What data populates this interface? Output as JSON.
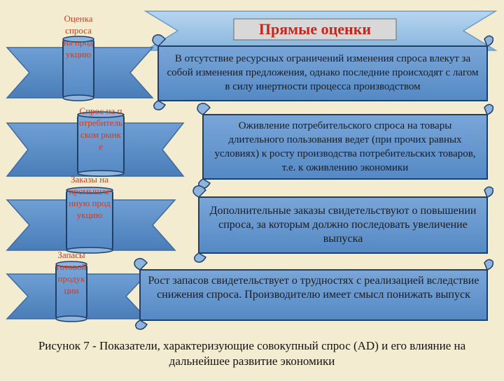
{
  "title": "Прямые оценки",
  "rows": [
    {
      "label": "Оценка спроса на продукцию",
      "text": "В отсутствие ресурсных ограничений изменения спроса влекут за собой изменения предложения, однако последние происходят с лагом в силу инертности процесса производством"
    },
    {
      "label": "Спрос на потребительском рынке",
      "text": "Оживление потребительского спроса на товары длительного пользования ведет (при прочих равных условиях) к росту производства потребительских товаров, т.е. к оживлению экономики"
    },
    {
      "label": "Заказы на промышленную продукцию",
      "text": "Дополнительные заказы свидетельствуют о повышении спроса, за которым должно последовать увеличение выпуска"
    },
    {
      "label": "Запасы готовой продукции",
      "text": "Рост запасов свидетельствует о трудностях с реализацией вследствие снижения спроса. Производителю имеет смысл понижать выпуск"
    }
  ],
  "caption": "Рисунок 7 - Показатели, характеризующие совокупный спрос (AD) и его влияние на дальнейшее развитие экономики",
  "colors": {
    "background": "#f3ecd0",
    "ribbon_fill": "#5b8fc7",
    "ribbon_stroke": "#3e6ca0",
    "scroll_fill": "#6b9bd0",
    "scroll_stroke": "#1f3f66",
    "label_color": "#d23a1e",
    "title_banner": "#9cc4e6",
    "title_box": "#d6d6d6",
    "title_text": "#c8261a"
  }
}
